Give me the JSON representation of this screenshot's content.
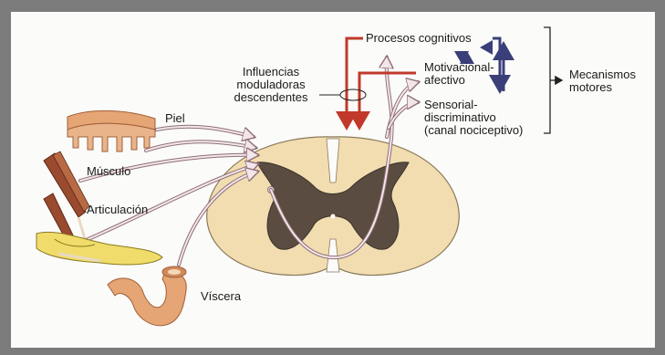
{
  "labels": {
    "influences": [
      "Influencias",
      "moduladoras",
      "descendentes"
    ],
    "cognitive": "Procesos cognitivos",
    "motivational": [
      "Motivacional-",
      "afectivo"
    ],
    "sensory": [
      "Sensorial-",
      "discriminativo",
      "(canal nociceptivo)"
    ],
    "motor": [
      "Mecanismos",
      "motores"
    ],
    "skin": "Piel",
    "muscle": "Músculo",
    "joint": "Articulación",
    "viscera": "Víscera"
  },
  "colors": {
    "descending_red": "#c0392b",
    "ascending_pink": "#c9a0a8",
    "dark_blue": "#3a3f7a",
    "cord_white": "#f1ddb0",
    "cord_gray": "#5a4c40",
    "tissue_orange": "#e6a574"
  }
}
